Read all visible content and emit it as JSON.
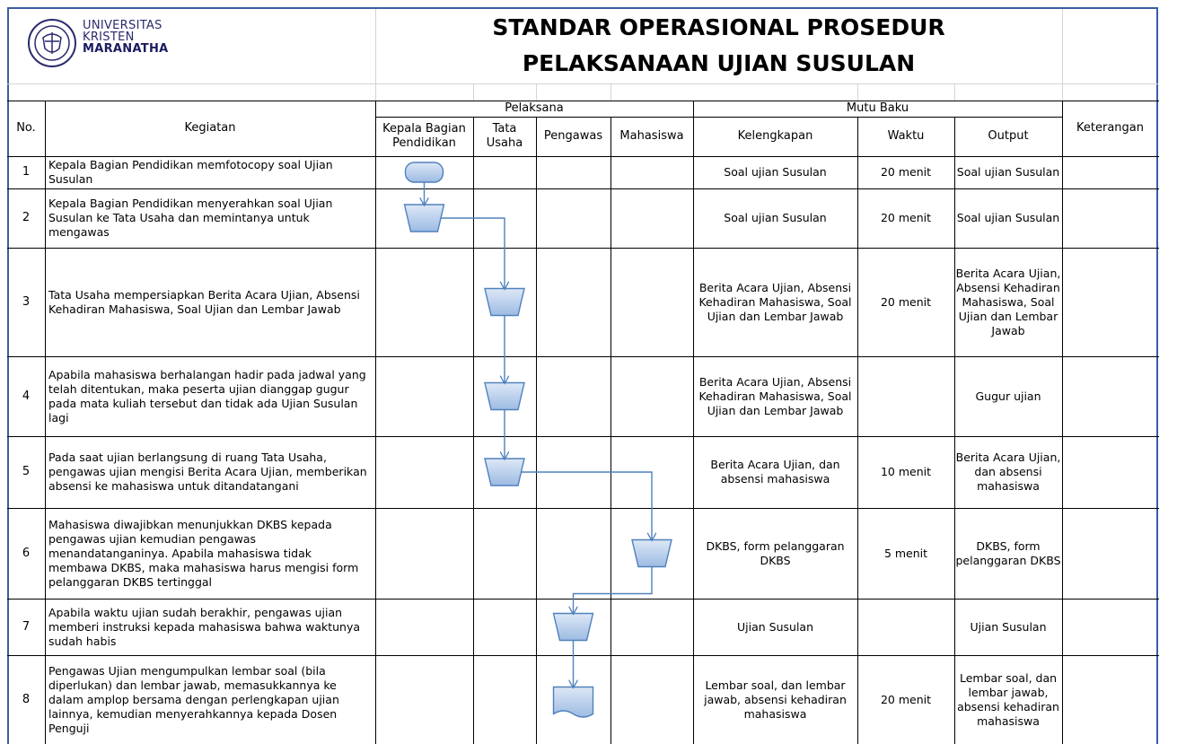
{
  "header": {
    "logo_text": [
      "UNIVERSITAS",
      "KRISTEN",
      "MARANATHA"
    ],
    "title_line1": "STANDAR OPERASIONAL PROSEDUR",
    "title_line2": "PELAKSANAAN UJIAN SUSULAN"
  },
  "table": {
    "col_no": "No.",
    "col_kegiatan": "Kegiatan",
    "group_pelaksana": "Pelaksana",
    "group_mutu": "Mutu Baku",
    "pelaksana_cols": [
      "Kepala Bagian Pendidikan",
      "Tata Usaha",
      "Pengawas",
      "Mahasiswa"
    ],
    "mutu_cols": [
      "Kelengkapan",
      "Waktu",
      "Output"
    ],
    "col_keterangan": "Keterangan",
    "rows": [
      {
        "no": "1",
        "kegiatan": "Kepala Bagian Pendidikan memfotocopy soal Ujian Susulan",
        "kelengkapan": "Soal ujian Susulan",
        "waktu": "20 menit",
        "output": "Soal ujian Susulan",
        "actor": "Kepala Bagian Pendidikan",
        "shape": "terminator"
      },
      {
        "no": "2",
        "kegiatan": "Kepala Bagian Pendidikan menyerahkan soal Ujian Susulan ke Tata Usaha dan memintanya untuk mengawas",
        "kelengkapan": "Soal ujian Susulan",
        "waktu": "20 menit",
        "output": "Soal ujian Susulan",
        "actor": "Kepala Bagian Pendidikan",
        "shape": "manual-operation"
      },
      {
        "no": "3",
        "kegiatan": "Tata Usaha mempersiapkan Berita Acara Ujian, Absensi Kehadiran Mahasiswa, Soal Ujian dan Lembar Jawab",
        "kelengkapan": "Berita Acara Ujian, Absensi Kehadiran Mahasiswa, Soal Ujian dan Lembar Jawab",
        "waktu": "20 menit",
        "output": "Berita Acara Ujian, Absensi Kehadiran Mahasiswa, Soal Ujian dan Lembar Jawab",
        "actor": "Tata Usaha",
        "shape": "manual-operation"
      },
      {
        "no": "4",
        "kegiatan": "Apabila mahasiswa berhalangan hadir pada jadwal yang telah ditentukan, maka peserta ujian dianggap gugur pada mata kuliah tersebut dan tidak ada Ujian Susulan lagi",
        "kelengkapan": "Berita Acara Ujian, Absensi Kehadiran Mahasiswa, Soal Ujian dan Lembar Jawab",
        "waktu": "",
        "output": "Gugur ujian",
        "actor": "Tata Usaha",
        "shape": "manual-operation"
      },
      {
        "no": "5",
        "kegiatan": "Pada saat ujian berlangsung di ruang Tata Usaha, pengawas ujian mengisi Berita Acara Ujian, memberikan absensi ke mahasiswa untuk ditandatangani",
        "kelengkapan": "Berita Acara Ujian, dan absensi mahasiswa",
        "waktu": "10 menit",
        "output": "Berita Acara Ujian, dan absensi mahasiswa",
        "actor": "Tata Usaha",
        "shape": "manual-operation"
      },
      {
        "no": "6",
        "kegiatan": "Mahasiswa diwajibkan menunjukkan DKBS kepada pengawas ujian kemudian pengawas menandatanganinya. Apabila mahasiswa tidak membawa DKBS, maka mahasiswa harus mengisi form pelanggaran DKBS tertinggal",
        "kelengkapan": "DKBS, form pelanggaran DKBS",
        "waktu": "5 menit",
        "output": "DKBS, form pelanggaran DKBS",
        "actor": "Mahasiswa",
        "shape": "manual-operation"
      },
      {
        "no": "7",
        "kegiatan": "Apabila waktu ujian sudah berakhir, pengawas ujian memberi instruksi kepada mahasiswa bahwa waktunya sudah habis",
        "kelengkapan": "Ujian Susulan",
        "waktu": "",
        "output": "Ujian Susulan",
        "actor": "Pengawas",
        "shape": "manual-operation"
      },
      {
        "no": "8",
        "kegiatan": "Pengawas Ujian mengumpulkan lembar soal (bila diperlukan) dan lembar jawab, memasukkannya ke dalam amplop bersama dengan perlengkapan ujian lainnya, kemudian menyerahkannya kepada Dosen Penguji",
        "kelengkapan": "Lembar soal, dan lembar jawab, absensi kehadiran mahasiswa",
        "waktu": "20 menit",
        "output": "Lembar soal, dan lembar jawab, absensi kehadiran mahasiswa",
        "actor": "Pengawas",
        "shape": "document"
      }
    ]
  },
  "colors": {
    "shape_fill_top": "#dde8f6",
    "shape_fill_bottom": "#9dbbe3",
    "shape_stroke": "#4f81bd",
    "connector": "#4f81bd",
    "border": "#3a5fa0"
  }
}
